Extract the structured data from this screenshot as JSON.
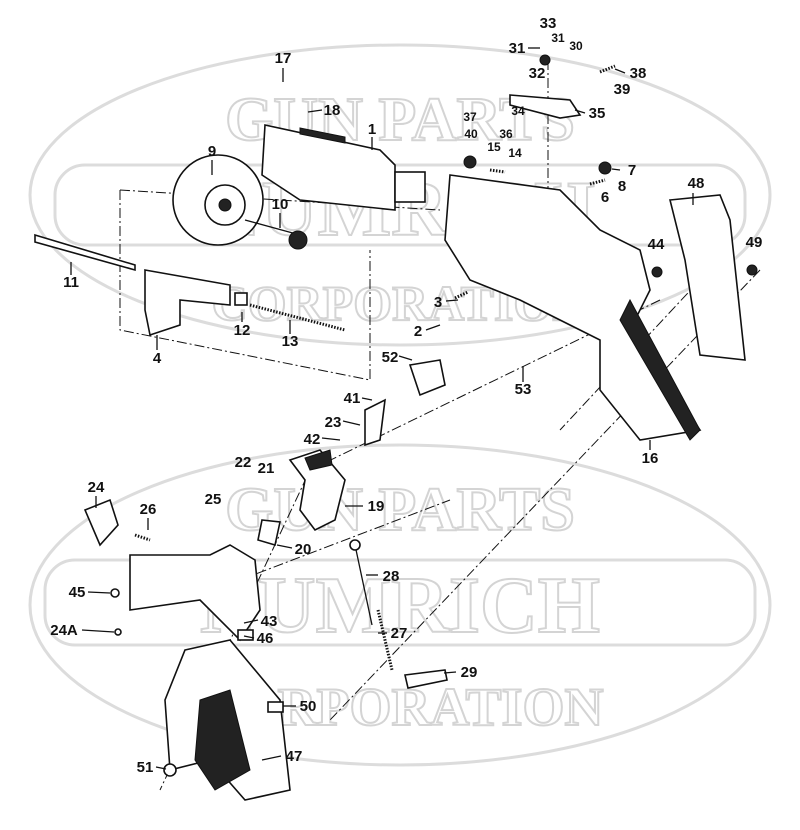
{
  "watermark": {
    "top": {
      "line1": "GUN PARTS",
      "line2": "NUMRICH",
      "line3": "CORPORATION"
    },
    "bottom": {
      "line1": "GUN PARTS",
      "line2": "NUMRICH",
      "line3": "CORPORATION"
    }
  },
  "part_labels": {
    "p1": "1",
    "p2": "2",
    "p3": "3",
    "p4": "4",
    "p6": "6",
    "p7": "7",
    "p8": "8",
    "p9": "9",
    "p10": "10",
    "p11": "11",
    "p12": "12",
    "p13": "13",
    "p14": "14",
    "p15": "15",
    "p16": "16",
    "p17": "17",
    "p18": "18",
    "p19": "19",
    "p20": "20",
    "p21": "21",
    "p22": "22",
    "p23": "23",
    "p24": "24",
    "p24a": "24A",
    "p25": "25",
    "p26": "26",
    "p27": "27",
    "p28": "28",
    "p29": "29",
    "p30": "30",
    "p31a": "31",
    "p31b": "31",
    "p32": "32",
    "p33": "33",
    "p34": "34",
    "p35": "35",
    "p36": "36",
    "p37": "37",
    "p38": "38",
    "p39": "39",
    "p40": "40",
    "p41": "41",
    "p42": "42",
    "p43": "43",
    "p44": "44",
    "p45": "45",
    "p46": "46",
    "p47": "47",
    "p48": "48",
    "p49": "49",
    "p50": "50",
    "p51": "51",
    "p52": "52",
    "p53": "53"
  }
}
